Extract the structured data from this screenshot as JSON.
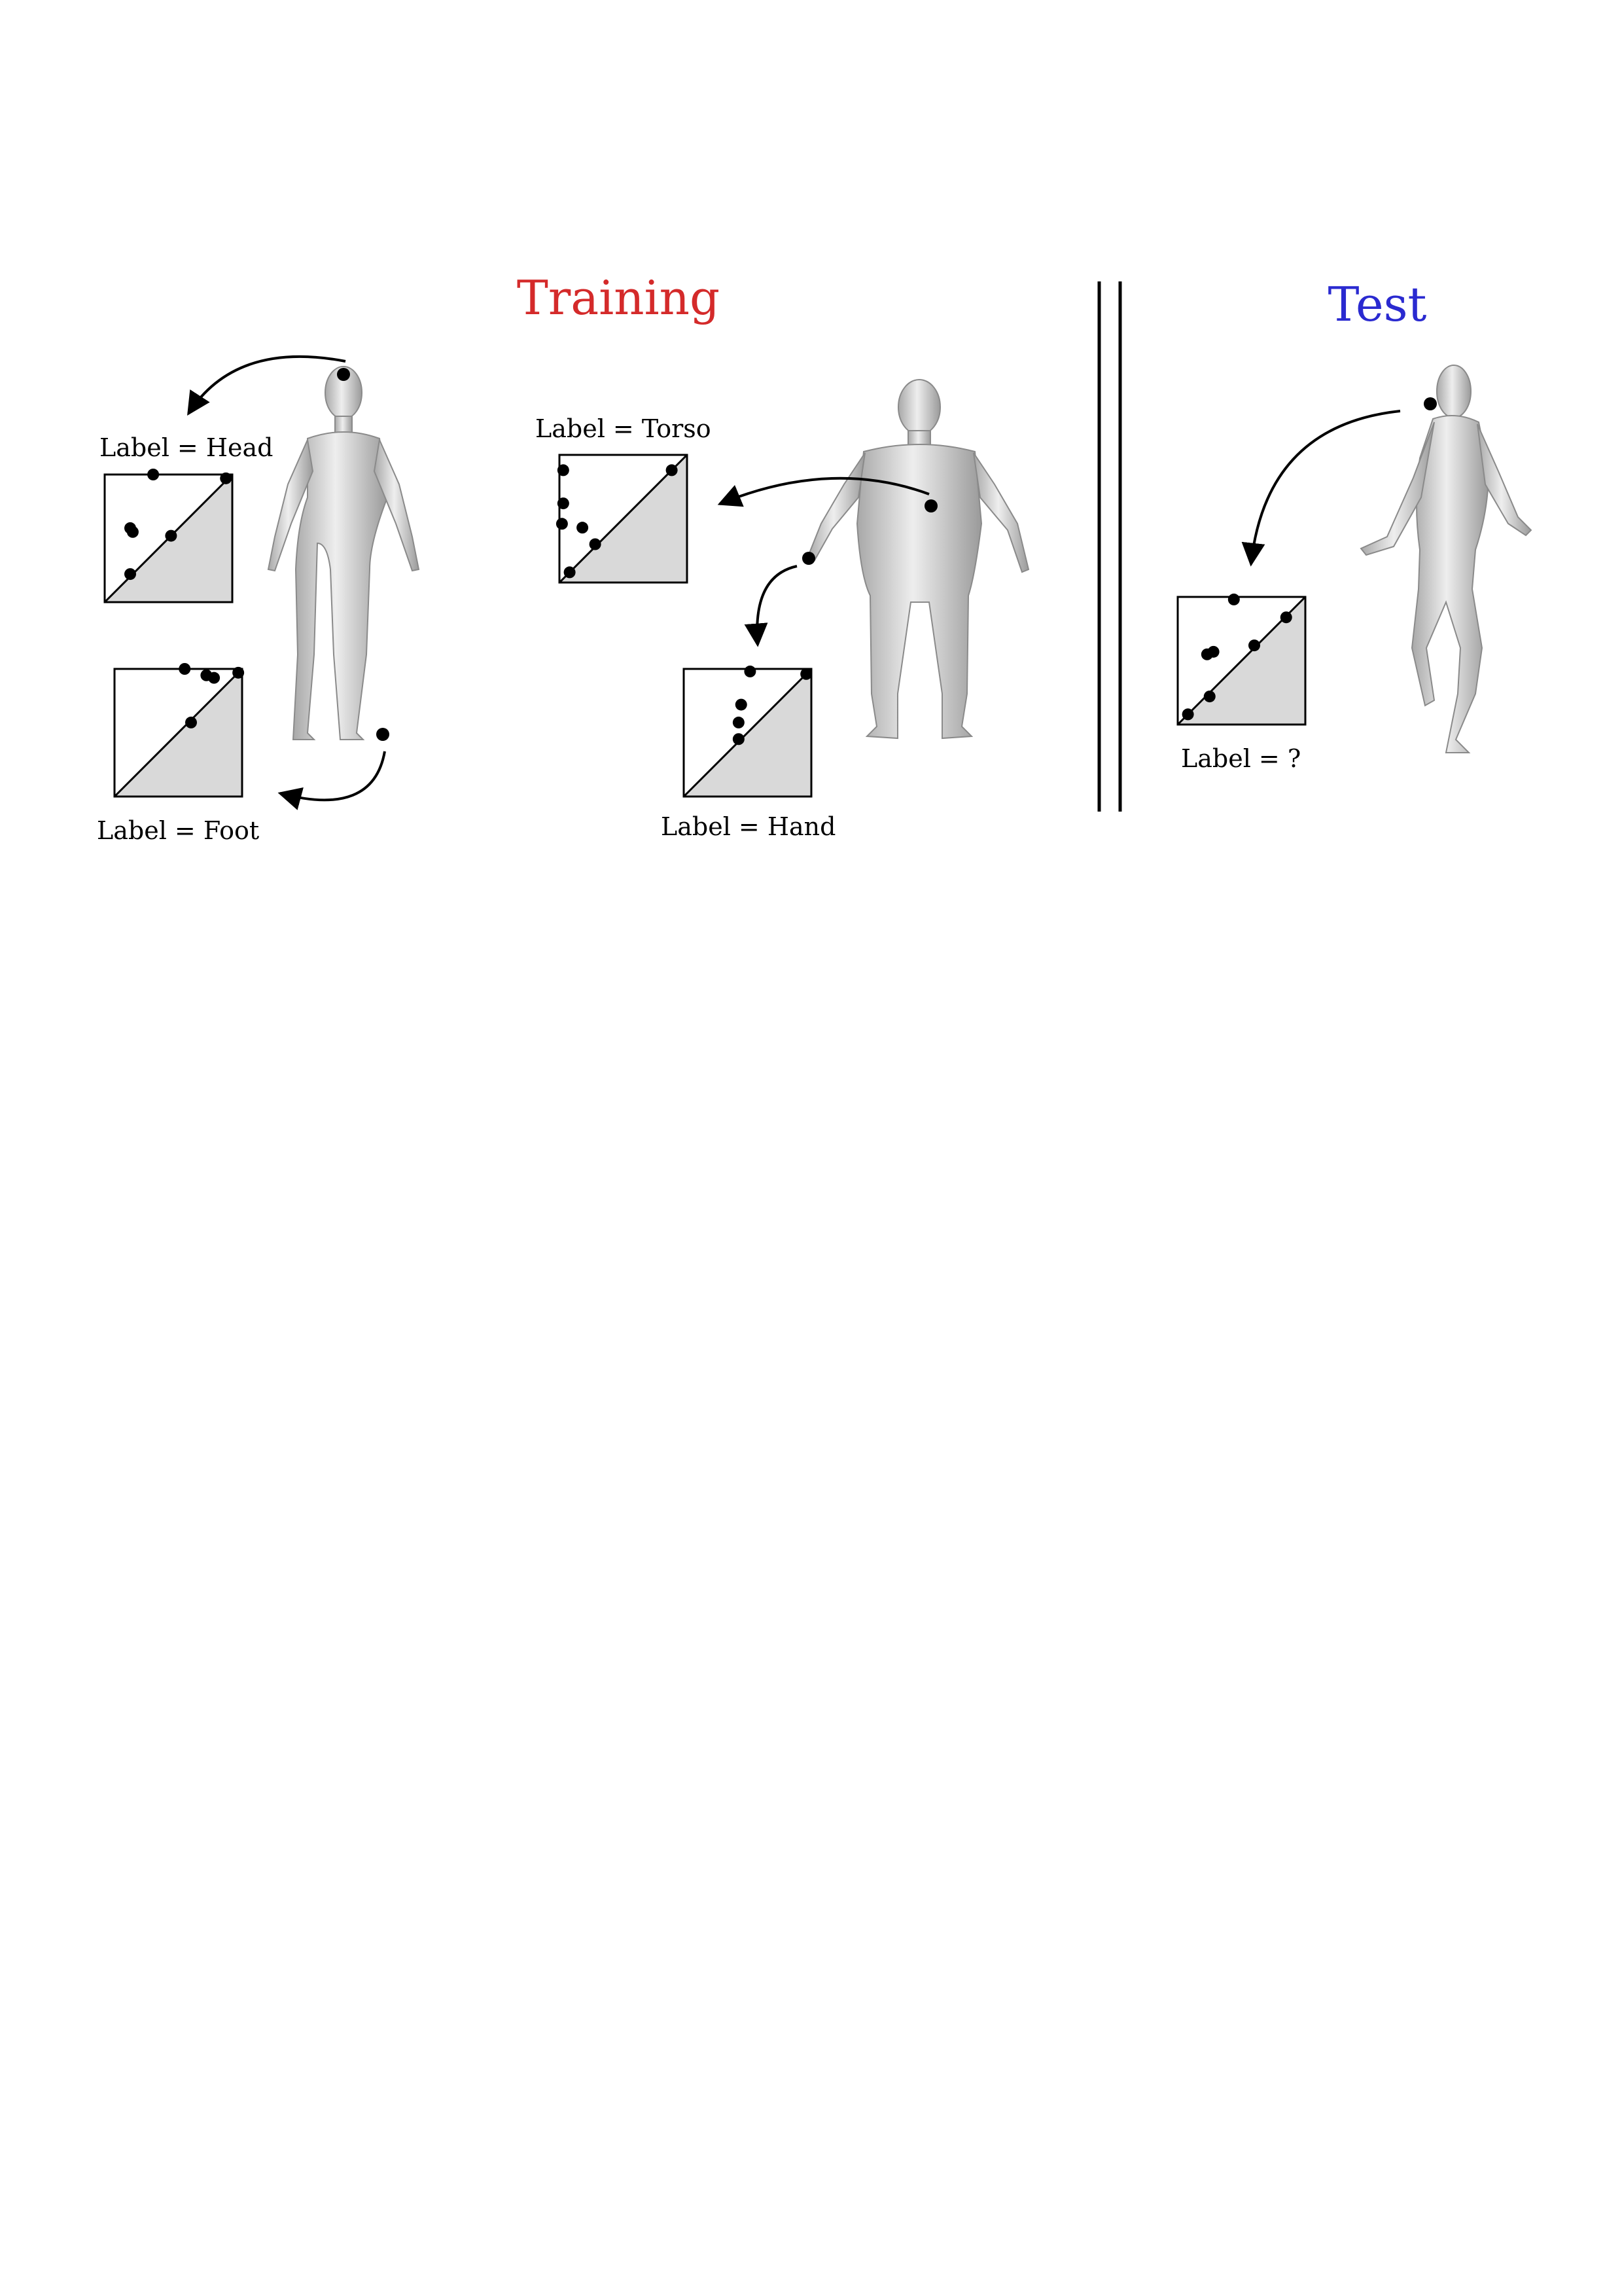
{
  "titles": {
    "training": "Training",
    "test": "Test"
  },
  "labels": {
    "head": "Label = Head",
    "foot": "Label = Foot",
    "torso": "Label = Torso",
    "hand": "Label = Hand",
    "unknown": "Label = ?"
  },
  "colors": {
    "training_title": "#d42a2a",
    "test_title": "#2a2ad0",
    "diagram_fill": "#d9d9d9",
    "figure_fill": "#c9c9c9"
  },
  "diagrams": {
    "head": [
      [
        0.38,
        1.0
      ],
      [
        0.2,
        0.58
      ],
      [
        0.22,
        0.55
      ],
      [
        0.52,
        0.52
      ],
      [
        0.2,
        0.22
      ],
      [
        0.95,
        0.97
      ]
    ],
    "foot": [
      [
        0.55,
        1.0
      ],
      [
        0.72,
        0.95
      ],
      [
        0.78,
        0.93
      ],
      [
        0.97,
        0.97
      ],
      [
        0.6,
        0.58
      ]
    ],
    "torso": [
      [
        0.03,
        0.88
      ],
      [
        0.03,
        0.62
      ],
      [
        0.02,
        0.46
      ],
      [
        0.18,
        0.43
      ],
      [
        0.28,
        0.3
      ],
      [
        0.08,
        0.08
      ],
      [
        0.88,
        0.88
      ]
    ],
    "hand": [
      [
        0.52,
        0.98
      ],
      [
        0.45,
        0.72
      ],
      [
        0.43,
        0.58
      ],
      [
        0.43,
        0.45
      ],
      [
        0.96,
        0.96
      ]
    ],
    "unknown": [
      [
        0.44,
        0.98
      ],
      [
        0.23,
        0.55
      ],
      [
        0.28,
        0.57
      ],
      [
        0.6,
        0.62
      ],
      [
        0.85,
        0.84
      ],
      [
        0.25,
        0.22
      ],
      [
        0.08,
        0.08
      ]
    ]
  }
}
